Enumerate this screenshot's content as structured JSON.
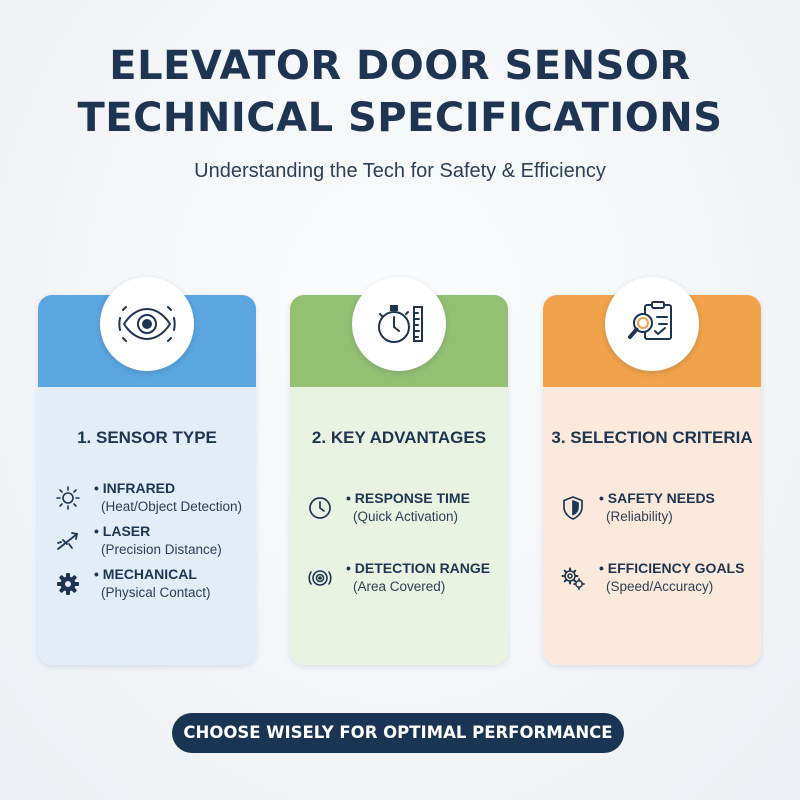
{
  "header": {
    "title_line1": "ELEVATOR DOOR SENSOR",
    "title_line2": "TECHNICAL SPECIFICATIONS",
    "subtitle": "Understanding the Tech for Safety & Efficiency"
  },
  "colors": {
    "navy": "#1d3553",
    "blue": "#5aa6e0",
    "green": "#93c073",
    "orange": "#f1a24a"
  },
  "cards": [
    {
      "title": "1. SENSOR TYPE",
      "header_icon": "eye-scan-icon",
      "items": [
        {
          "icon": "sun-icon",
          "label": "INFRARED",
          "sub": "(Heat/Object Detection)"
        },
        {
          "icon": "laser-beam-icon",
          "label": "LASER",
          "sub": "(Precision Distance)"
        },
        {
          "icon": "gear-icon",
          "label": "MECHANICAL",
          "sub": "(Physical Contact)"
        }
      ]
    },
    {
      "title": "2. KEY ADVANTAGES",
      "header_icon": "stopwatch-ruler-icon",
      "items": [
        {
          "icon": "clock-icon",
          "label": "RESPONSE TIME",
          "sub": "(Quick Activation)"
        },
        {
          "icon": "radar-icon",
          "label": "DETECTION RANGE",
          "sub": "(Area Covered)"
        }
      ]
    },
    {
      "title": "3. SELECTION CRITERIA",
      "header_icon": "clipboard-magnifier-icon",
      "items": [
        {
          "icon": "shield-icon",
          "label": "SAFETY NEEDS",
          "sub": "(Reliability)"
        },
        {
          "icon": "gears-icon",
          "label": "EFFICIENCY GOALS",
          "sub": "(Speed/Accuracy)"
        }
      ]
    }
  ],
  "footer": {
    "banner": "CHOOSE WISELY FOR OPTIMAL PERFORMANCE"
  }
}
